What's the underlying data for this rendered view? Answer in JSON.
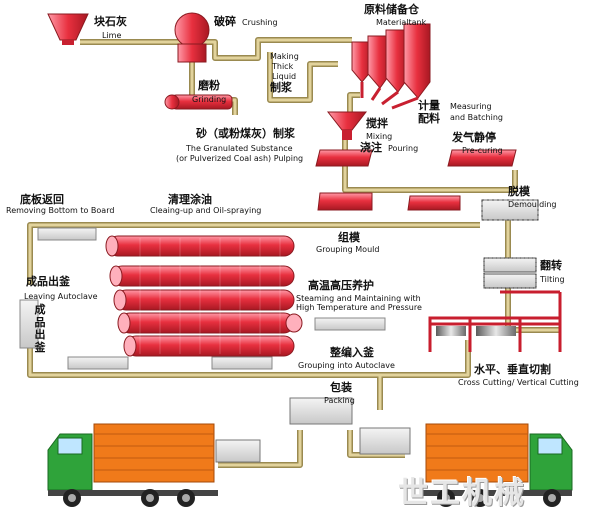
{
  "labels": {
    "lime_zh": "块石灰",
    "lime_en": "Lime",
    "crushing_zh": "破碎",
    "crushing_en": "Crushing",
    "tank_zh": "原料储备仓",
    "tank_en": "Materialtank",
    "making_en1": "Making",
    "making_en2": "Thick",
    "making_en3": "Liquid",
    "making_zh": "制浆",
    "grinding_zh": "磨粉",
    "grinding_en": "Grinding",
    "measuring_zh1": "计量",
    "measuring_zh2": "配料",
    "measuring_en1": "Measuring",
    "measuring_en2": "and Batching",
    "mixing_zh": "搅拌",
    "mixing_en": "Mixing",
    "pouring_zh": "浇注",
    "pouring_en": "Pouring",
    "sand_zh": "砂（或粉煤灰）制浆",
    "sand_en1": "The Granulated Substance",
    "sand_en2": "(or Pulverized Coal ash) Pulping",
    "precuring_zh": "发气静停",
    "precuring_en": "Pre-curing",
    "board_zh": "底板返回",
    "board_en": "Removing Bottom to Board",
    "oil_zh": "清理涂油",
    "oil_en": "Cleaing-up and Oil-spraying",
    "demoulding_zh": "脱模",
    "demoulding_en": "Demoulding",
    "group_mould_zh": "组模",
    "group_mould_en": "Grouping Mould",
    "leaving_zh": "成品出釜",
    "leaving_en": "Leaving Autoclave",
    "leaving_vertical_zh": "成品出釜",
    "steam_zh": "高温高压养护",
    "steam_en1": "Steaming and Maintaining with",
    "steam_en2": "High Temperature and Pressure",
    "tilting_zh": "翻转",
    "tilting_en": "Tilting",
    "into_autoclave_zh": "整编入釜",
    "into_autoclave_en": "Grouping into Autoclave",
    "cutting_zh": "水平、垂直切割",
    "cutting_en": "Cross Cutting/ Vertical Cutting",
    "packing_zh": "包装",
    "packing_en": "Packing",
    "logo": "世工机械"
  },
  "colors": {
    "pipe": "#d8c890",
    "pipe_edge": "#9a8a50",
    "red": "#e03040",
    "red_light": "#ff9aa8",
    "block": "#e0e0e0",
    "truck_cab": "#2fa33a",
    "truck_box": "#f07a1a"
  }
}
